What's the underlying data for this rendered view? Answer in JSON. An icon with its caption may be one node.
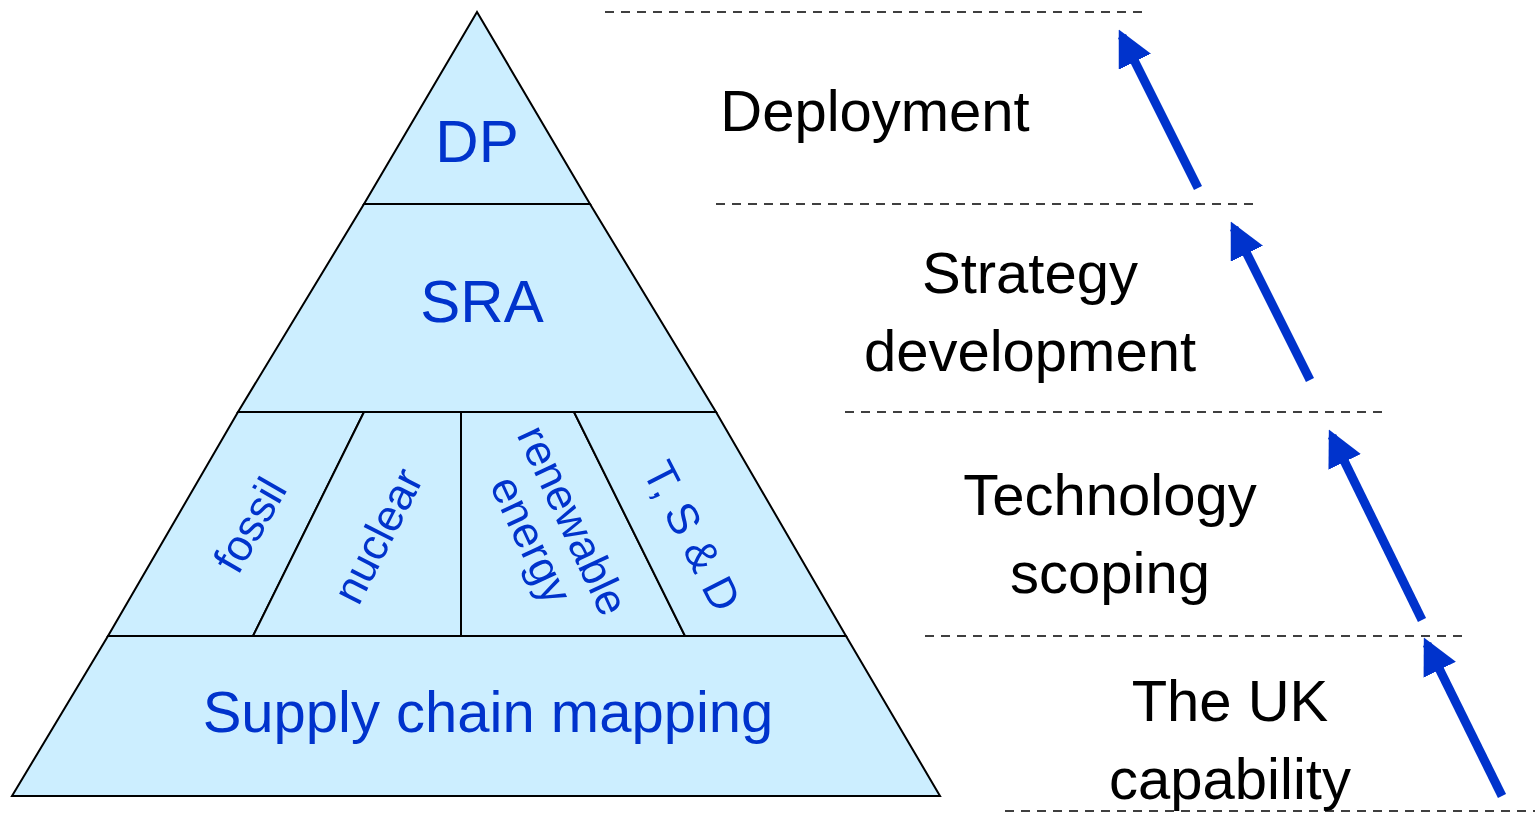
{
  "diagram": {
    "nodes": [
      {
        "text": [
          "DP"
        ]
      },
      {
        "text": [
          "SRA"
        ]
      },
      {
        "text": [
          "fossil"
        ]
      },
      {
        "text": [
          "nuclear"
        ]
      },
      {
        "text": [
          "renewable energy"
        ]
      },
      {
        "text": [
          "T, S & D"
        ]
      },
      {
        "text": [
          "Supply chain mapping"
        ]
      }
    ],
    "labels": [
      "Deployment",
      "Strategy development",
      "Technology scoping",
      "The UK capability"
    ]
  }
}
